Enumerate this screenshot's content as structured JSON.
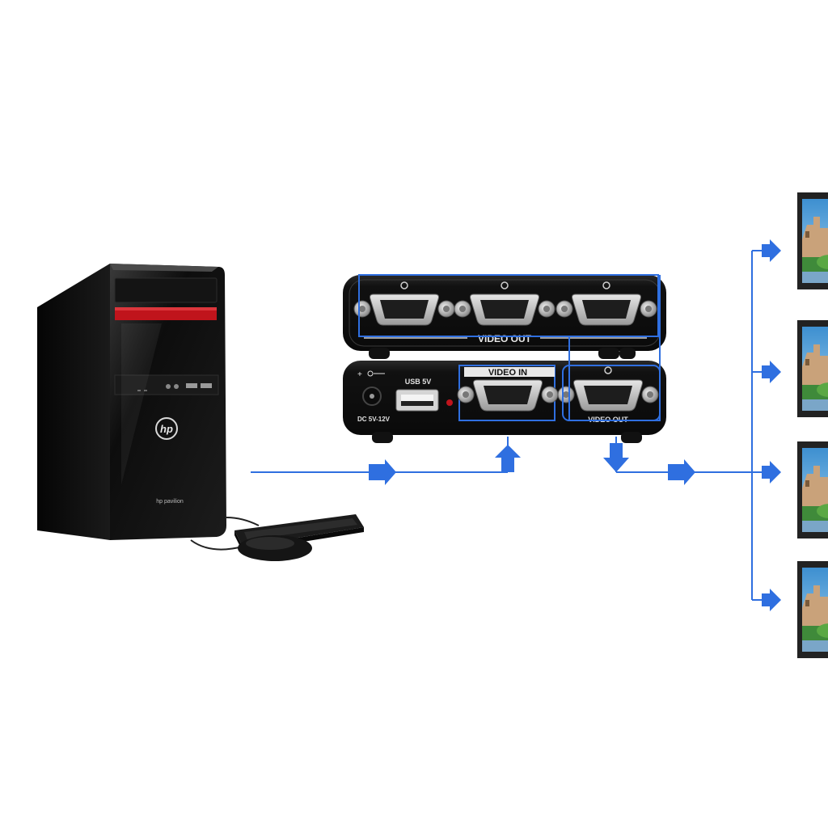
{
  "computer": {
    "logo": "hp",
    "model_text": "hp pavilion"
  },
  "splitter": {
    "top_unit": {
      "label": "VIDEO OUT"
    },
    "bottom_unit": {
      "power_label": "DC 5V-12V",
      "usb_label": "USB 5V",
      "video_in_label": "VIDEO IN",
      "video_out_label": "VIDEO OUT"
    }
  },
  "colors": {
    "arrow": "#2f6fe0",
    "device_body": "#151515",
    "tower_accent": "#c0141c",
    "screen_sky": "#5aa8d8",
    "screen_ground": "#3f8a3a"
  },
  "monitor_count": 4
}
